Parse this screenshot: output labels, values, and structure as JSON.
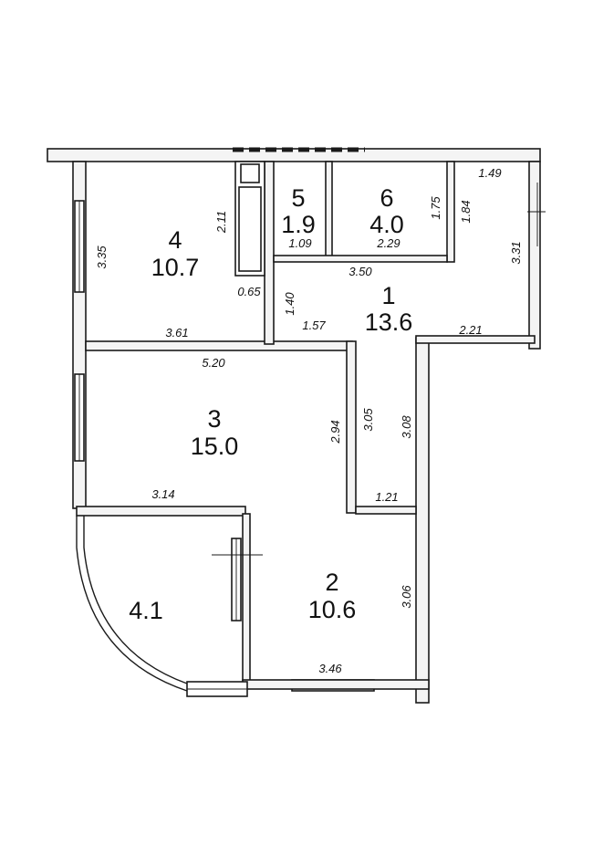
{
  "rooms": [
    {
      "number": "1",
      "area": "13.6"
    },
    {
      "number": "2",
      "area": "10.6"
    },
    {
      "number": "3",
      "area": "15.0"
    },
    {
      "number": "4",
      "area": "10.7"
    },
    {
      "number": "5",
      "area": "1.9"
    },
    {
      "number": "6",
      "area": "4.0"
    },
    {
      "number": "",
      "area": "4.1"
    }
  ],
  "dimensions": {
    "d_149": "1.49",
    "d_175": "1.75",
    "d_184": "1.84",
    "d_211": "2.11",
    "d_335": "3.35",
    "d_109": "1.09",
    "d_229": "2.29",
    "d_331": "3.31",
    "d_350": "3.50",
    "d_065": "0.65",
    "d_140": "1.40",
    "d_157": "1.57",
    "d_221": "2.21",
    "d_361": "3.61",
    "d_520": "5.20",
    "d_294": "2.94",
    "d_305": "3.05",
    "d_308": "3.08",
    "d_314": "3.14",
    "d_121": "1.21",
    "d_306": "3.06",
    "d_346": "3.46"
  }
}
